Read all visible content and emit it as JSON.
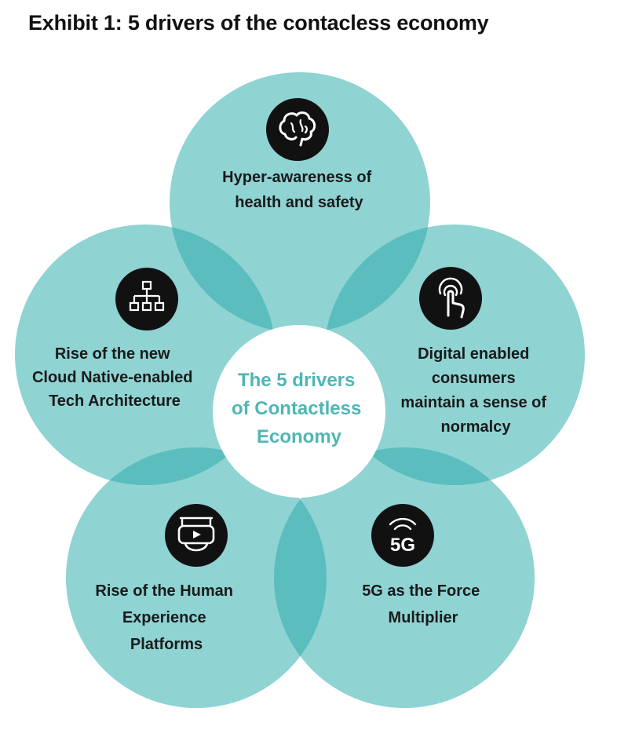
{
  "title": "Exhibit 1: 5 drivers of the contacless economy",
  "colors": {
    "petal": "#8fd3d3",
    "overlap": "#5bbdbd",
    "icon_bg": "#111111",
    "center_text": "#4fb6b4",
    "label_text": "#1a1a1a"
  },
  "center": {
    "lines": [
      "The 5 drivers",
      "of Contactless",
      "Economy"
    ]
  },
  "drivers": [
    {
      "id": "health",
      "icon": "brain-icon",
      "lines": [
        "Hyper-awareness of",
        "health and safety"
      ]
    },
    {
      "id": "digital",
      "icon": "touch-hand-icon",
      "lines": [
        "Digital enabled",
        "consumers",
        "maintain a sense of",
        "normalcy"
      ]
    },
    {
      "id": "5g",
      "icon": "5g-icon",
      "icon_text": "5G",
      "lines": [
        "5G as the Force",
        "Multiplier"
      ]
    },
    {
      "id": "hx",
      "icon": "vr-headset-icon",
      "lines": [
        "Rise of the Human",
        "Experience",
        "Platforms"
      ]
    },
    {
      "id": "cloud",
      "icon": "hierarchy-icon",
      "lines": [
        "Rise of the new",
        "Cloud Native-enabled",
        "Tech Architecture"
      ]
    }
  ]
}
